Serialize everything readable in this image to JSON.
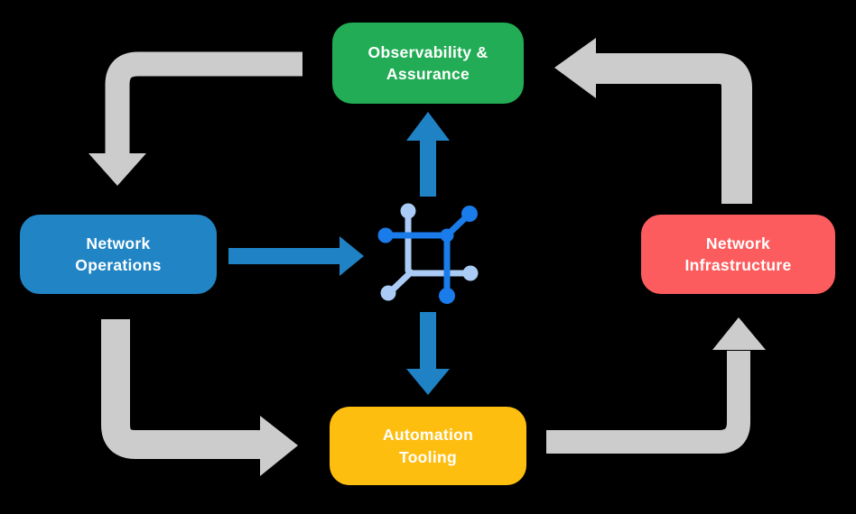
{
  "diagram": {
    "background_color": "#000000",
    "text_color": "#FFFFFF",
    "nodes": {
      "observability": {
        "line1": "Observability &",
        "line2": "Assurance",
        "color": "#22AC55",
        "position": "top"
      },
      "operations": {
        "line1": "Network",
        "line2": "Operations",
        "color": "#2185C5",
        "position": "left"
      },
      "infrastructure": {
        "line1": "Network",
        "line2": "Infrastructure",
        "color": "#FD5C5E",
        "position": "right"
      },
      "automation": {
        "line1": "Automation",
        "line2": "Tooling",
        "color": "#FEBE10",
        "position": "bottom"
      }
    },
    "center_icon": {
      "name": "network-mesh-icon",
      "primary_color": "#1A7BEA",
      "secondary_color": "#A9CBF5"
    },
    "connections": {
      "gray_arrow_color": "#CCCCCC",
      "blue_arrow_color": "#1F82C4",
      "outer_cycle": [
        {
          "from": "Observability & Assurance",
          "to": "Network Operations"
        },
        {
          "from": "Network Operations",
          "to": "Automation Tooling"
        },
        {
          "from": "Automation Tooling",
          "to": "Network Infrastructure"
        },
        {
          "from": "Network Infrastructure",
          "to": "Observability & Assurance"
        }
      ],
      "hub_links": [
        {
          "from": "Network Operations",
          "to": "center-icon"
        },
        {
          "from": "center-icon",
          "to": "Observability & Assurance"
        },
        {
          "from": "center-icon",
          "to": "Automation Tooling"
        }
      ]
    }
  }
}
